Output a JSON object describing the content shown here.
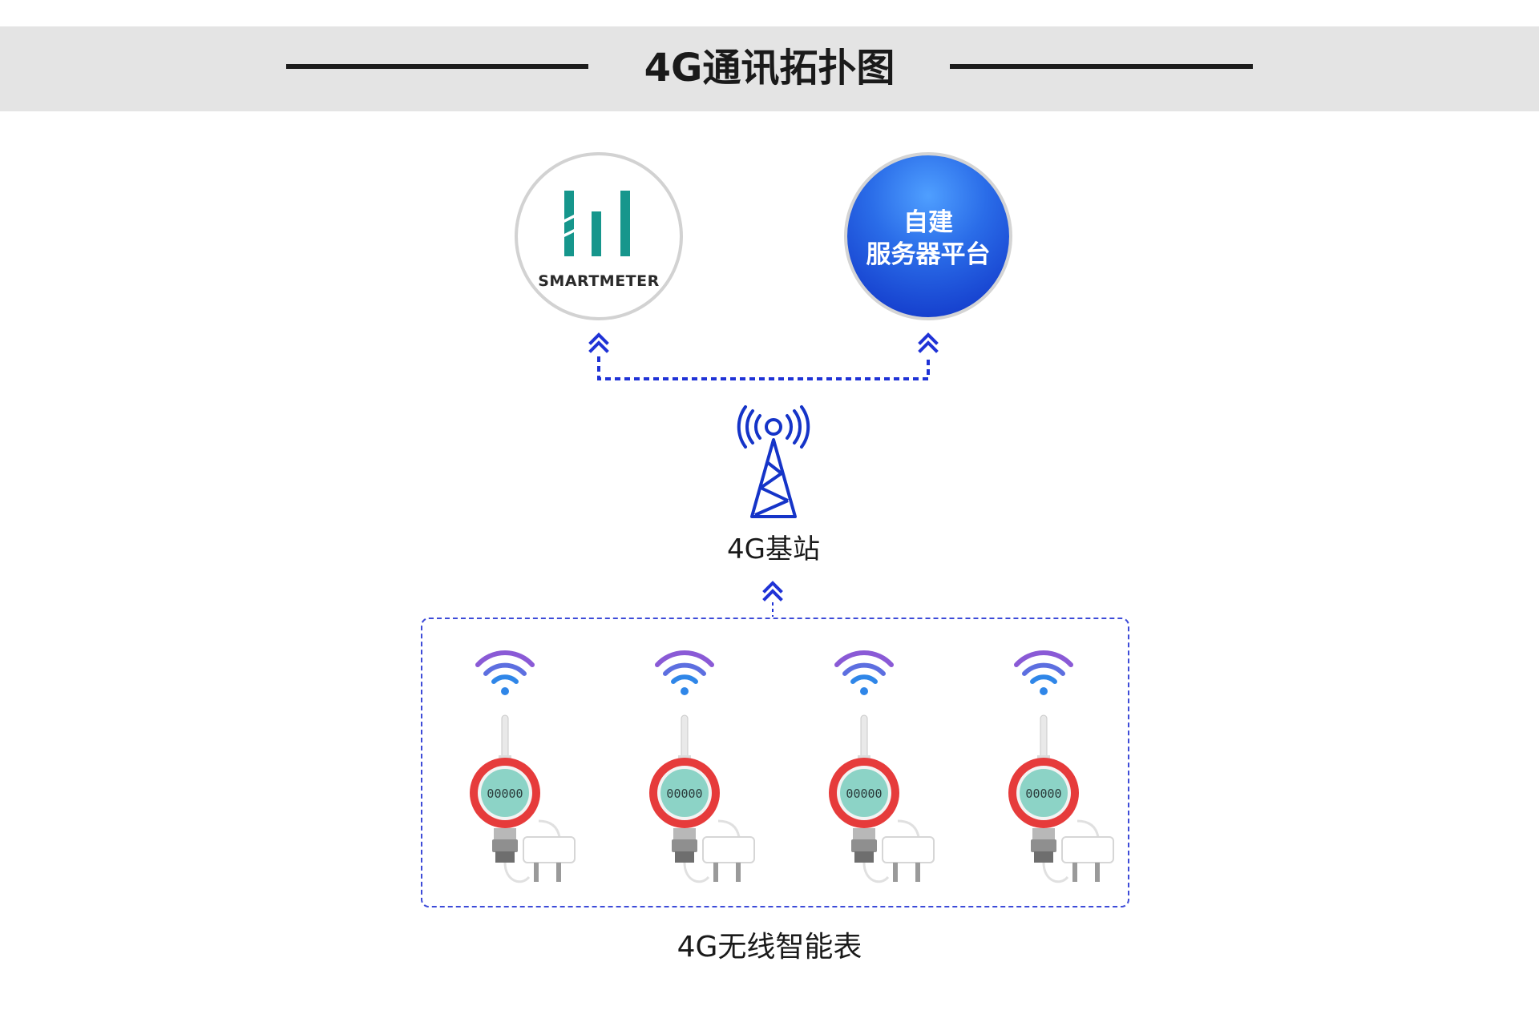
{
  "header": {
    "title": "4G通讯拓扑图"
  },
  "platforms": {
    "smartmeter_label": "SMARTMETER",
    "server_line1": "自建",
    "server_line2": "服务器平台"
  },
  "tower": {
    "label": "4G基站"
  },
  "meters": {
    "label": "4G无线智能表",
    "count": 4,
    "lcd_reading": "00000"
  },
  "colors": {
    "header_band": "#e4e4e4",
    "dashed_link": "#1f32d6",
    "tower_blue": "#1534c8",
    "wifi_blue": "#2f86e8",
    "wifi_purple": "#8a5ad6",
    "logo_teal": "#16968c",
    "meter_red": "#e63b3b",
    "lcd_teal": "#8cd3c6"
  }
}
